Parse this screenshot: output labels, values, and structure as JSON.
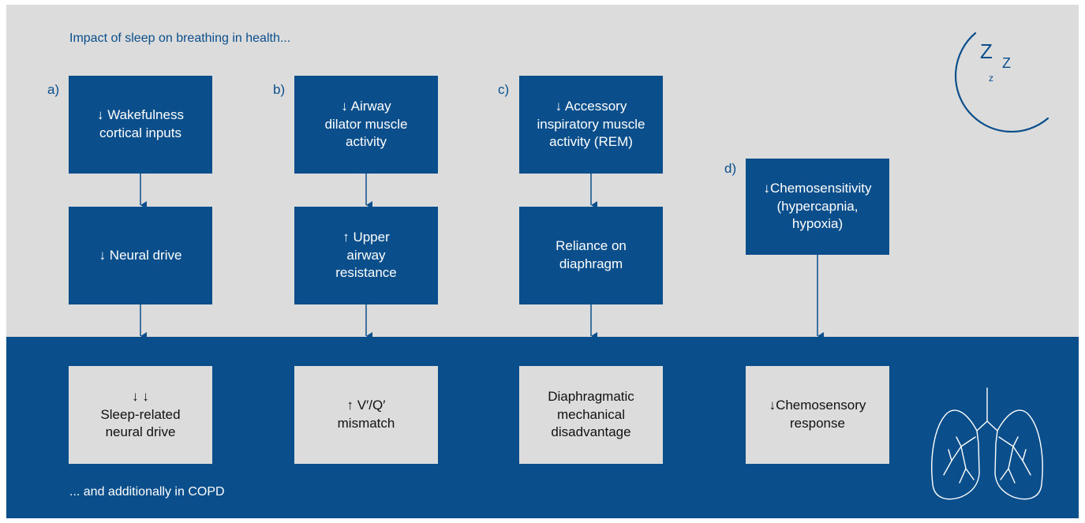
{
  "titles": {
    "health": "Impact of sleep on breathing in health...",
    "copd": "... and additionally in COPD"
  },
  "columns": [
    {
      "label": "a)",
      "top_box": "↓ Wakefulness\ncortical inputs",
      "middle_box": "↓ Neural drive",
      "copd_box": "↓ ↓\nSleep-related\nneural drive"
    },
    {
      "label": "b)",
      "top_box": "↓ Airway\ndilator muscle\nactivity",
      "middle_box": "↑ Upper\nairway\nresistance",
      "copd_box": "↑ V′/Q′\nmismatch"
    },
    {
      "label": "c)",
      "top_box": "↓ Accessory\ninspiratory muscle\nactivity (REM)",
      "middle_box": "Reliance on\ndiaphragm",
      "copd_box": "Diaphragmatic\nmechanical\ndisadvantage"
    },
    {
      "label": "d)",
      "top_box": "↓Chemosensitivity\n(hypercapnia,\nhypoxia)",
      "copd_box": "↓Chemosensory\nresponse"
    }
  ],
  "icons": {
    "sleep": "moon-zzz-icon",
    "lungs": "lungs-icon"
  },
  "colors": {
    "blue": "#0a4f8c",
    "light_grey": "#dcdcdc",
    "white": "#ffffff"
  }
}
